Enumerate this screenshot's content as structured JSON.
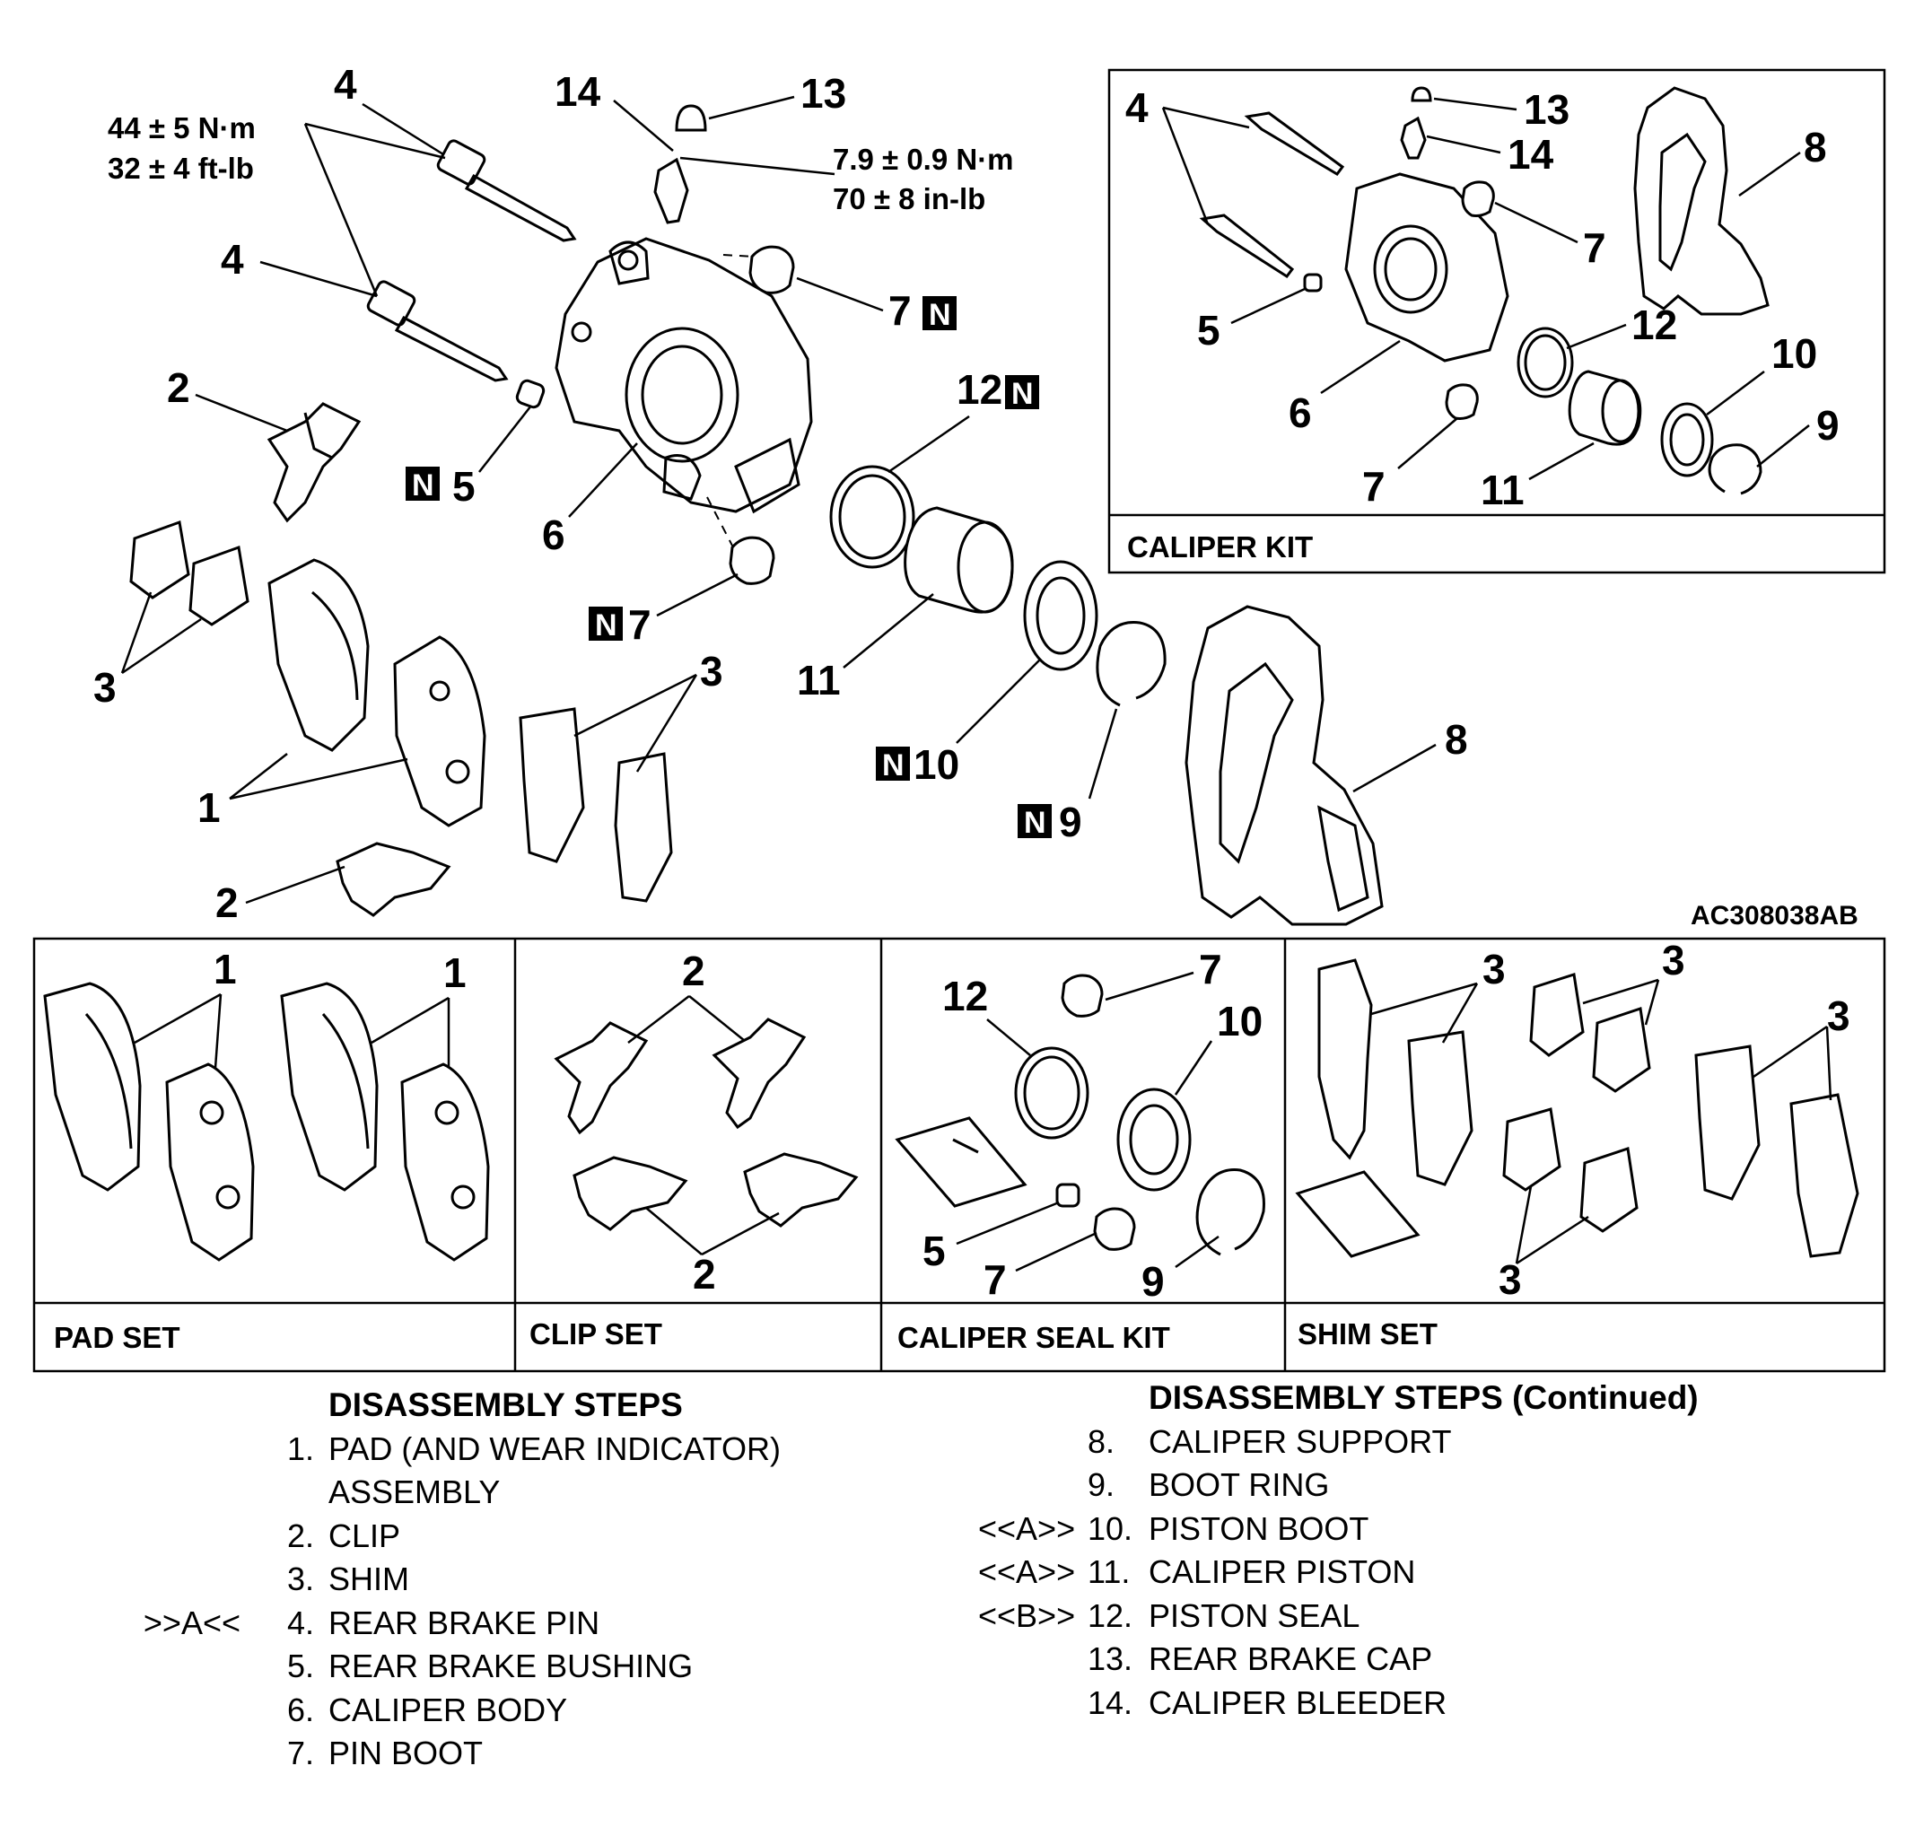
{
  "figure_code": "AC308038AB",
  "torque": {
    "pin_nm": "44 ± 5 N·m",
    "pin_ftlb": "32 ± 4 ft-lb",
    "bleeder_nm": "7.9 ± 0.9 N·m",
    "bleeder_inlb": "70 ± 8 in-lb"
  },
  "n_mark": "N",
  "callouts": {
    "c1": "1",
    "c2": "2",
    "c3": "3",
    "c4": "4",
    "c5": "5",
    "c6": "6",
    "c7": "7",
    "c8": "8",
    "c9": "9",
    "c10": "10",
    "c11": "11",
    "c12": "12",
    "c13": "13",
    "c14": "14"
  },
  "kits": {
    "caliper_kit": "CALIPER KIT",
    "pad_set": "PAD SET",
    "clip_set": "CLIP SET",
    "caliper_seal_kit": "CALIPER SEAL KIT",
    "shim_set": "SHIM SET"
  },
  "steps_left": {
    "heading": "DISASSEMBLY STEPS",
    "items": [
      {
        "ref": "",
        "num": "1.",
        "text": "PAD (AND WEAR INDICATOR)"
      },
      {
        "ref": "",
        "num": "",
        "text": "ASSEMBLY"
      },
      {
        "ref": "",
        "num": "2.",
        "text": "CLIP"
      },
      {
        "ref": "",
        "num": "3.",
        "text": "SHIM"
      },
      {
        "ref": ">>A<<",
        "num": "4.",
        "text": "REAR BRAKE PIN"
      },
      {
        "ref": "",
        "num": "5.",
        "text": "REAR BRAKE BUSHING"
      },
      {
        "ref": "",
        "num": "6.",
        "text": "CALIPER BODY"
      },
      {
        "ref": "",
        "num": "7.",
        "text": "PIN BOOT"
      }
    ]
  },
  "steps_right": {
    "heading": "DISASSEMBLY STEPS (Continued)",
    "items": [
      {
        "ref": "",
        "num": "8.",
        "text": "CALIPER SUPPORT"
      },
      {
        "ref": "",
        "num": "9.",
        "text": "BOOT RING"
      },
      {
        "ref": "<<A>>",
        "num": "10.",
        "text": "PISTON BOOT"
      },
      {
        "ref": "<<A>>",
        "num": "11.",
        "text": "CALIPER PISTON"
      },
      {
        "ref": "<<B>>",
        "num": "12.",
        "text": "PISTON SEAL"
      },
      {
        "ref": "",
        "num": "13.",
        "text": "REAR BRAKE CAP"
      },
      {
        "ref": "",
        "num": "14.",
        "text": "CALIPER BLEEDER"
      }
    ]
  }
}
